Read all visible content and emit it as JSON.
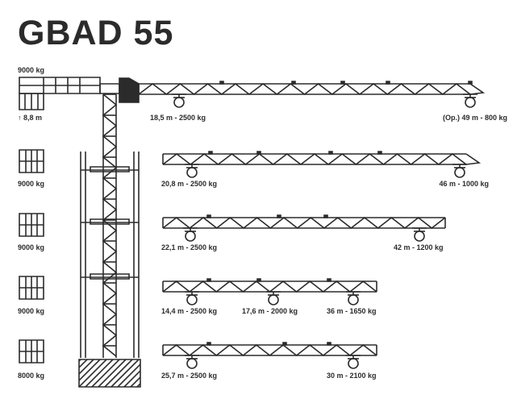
{
  "title": "GBAD 55",
  "counterweights": {
    "top": "9000 kg",
    "row2": "9000 kg",
    "row3": "9000 kg",
    "row4": "9000 kg",
    "row5": "8000 kg"
  },
  "height_note": "↑ 8,8 m",
  "configurations": [
    {
      "labels": [
        "18,5 m - 2500 kg",
        "(Op.) 49 m - 800 kg"
      ]
    },
    {
      "labels": [
        "20,8 m - 2500 kg",
        "46 m - 1000 kg"
      ]
    },
    {
      "labels": [
        "22,1 m - 2500 kg",
        "42 m - 1200 kg"
      ]
    },
    {
      "labels": [
        "14,4 m - 2500 kg",
        "17,6 m - 2000 kg",
        "36 m - 1650 kg"
      ]
    },
    {
      "labels": [
        "25,7 m - 2500 kg",
        "30 m - 2100 kg"
      ]
    }
  ],
  "colors": {
    "ink": "#2b2b2b",
    "background": "#ffffff"
  }
}
